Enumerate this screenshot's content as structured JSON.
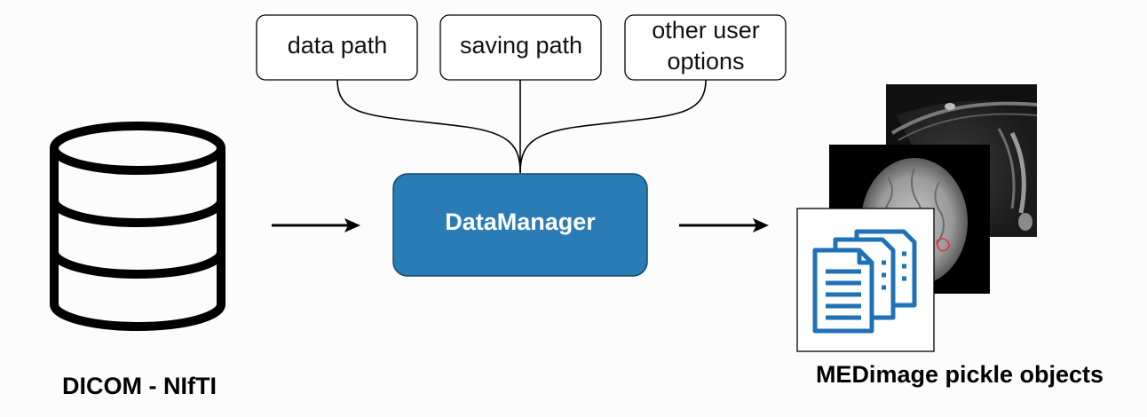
{
  "inputs": {
    "source_label": "DICOM - NIfTI",
    "database_icon": "database-icon"
  },
  "parameters": {
    "data_path": "data path",
    "saving_path": "saving path",
    "other_options_line1": "other user",
    "other_options_line2": "options"
  },
  "process": {
    "label": "DataManager",
    "fill_color": "#2a7cb7"
  },
  "outputs": {
    "label": "MEDimage pickle objects",
    "ct_scan_image": "ct-scan-image",
    "mri_image": "mri-brain-image",
    "document_icon": "documents-icon",
    "icon_color": "#1f72b8"
  }
}
